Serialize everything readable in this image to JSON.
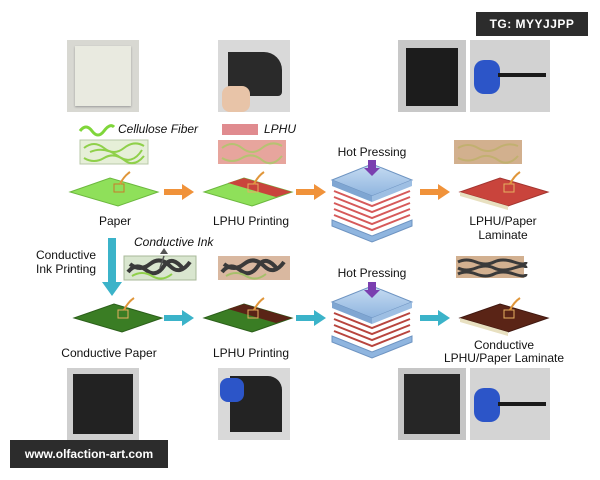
{
  "watermarks": {
    "top": "TG: MYYJJPP",
    "bottom": "www.olfaction-art.com"
  },
  "legend": {
    "fiber": "Cellulose Fiber",
    "lphu": "LPHU"
  },
  "labels": {
    "paper": "Paper",
    "lphu_printing_top": "LPHU Printing",
    "hot_pressing_top": "Hot Pressing",
    "laminate_line1": "LPHU/Paper",
    "laminate_line2": "Laminate",
    "conductive_printing_line1": "Conductive",
    "conductive_printing_line2": "Ink Printing",
    "conductive_ink": "Conductive Ink",
    "hot_pressing_bottom": "Hot Pressing",
    "conductive_paper": "Conductive Paper",
    "lphu_printing_bottom": "LPHU Printing",
    "cond_laminate_line1": "Conductive",
    "cond_laminate_line2": "LPHU/Paper Laminate"
  },
  "colors": {
    "paper_green": "#8fe05a",
    "lphu_red": "#c9443c",
    "dark_green": "#3a7d24",
    "dark_brown": "#5a2416",
    "arrow_orange": "#f0923a",
    "arrow_teal": "#3bb3c9",
    "press_blue": "#a9c8e8"
  }
}
